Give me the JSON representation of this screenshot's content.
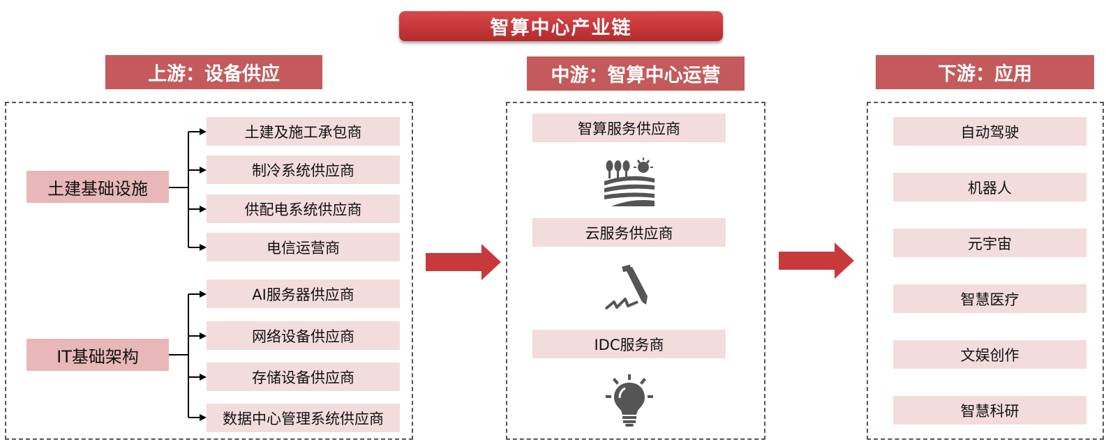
{
  "title": "智算中心产业链",
  "upstream": {
    "header": "上游：设备供应",
    "groups": [
      {
        "name": "土建基础设施",
        "items": [
          "土建及施工承包商",
          "制冷系统供应商",
          "供配电系统供应商",
          "电信运营商"
        ]
      },
      {
        "name": "IT基础架构",
        "items": [
          "AI服务器供应商",
          "网络设备供应商",
          "存储设备供应商",
          "数据中心管理系统供应商"
        ]
      }
    ]
  },
  "midstream": {
    "header": "中游：智算中心运营",
    "items": [
      "智算服务供应商",
      "云服务供应商",
      "IDC服务商"
    ],
    "icons": [
      "farm-field-icon",
      "pen-signature-icon",
      "lightbulb-icon"
    ]
  },
  "downstream": {
    "header": "下游：应用",
    "items": [
      "自动驾驶",
      "机器人",
      "元宇宙",
      "智慧医疗",
      "文娱创作",
      "智慧科研"
    ]
  },
  "colors": {
    "title_bg": "#c8393b",
    "header_bg": "#c45a5b",
    "box_bg": "#f2dcdc",
    "category_bg": "#e8b7b8",
    "arrow": "#c8393b",
    "icon": "#555555"
  }
}
